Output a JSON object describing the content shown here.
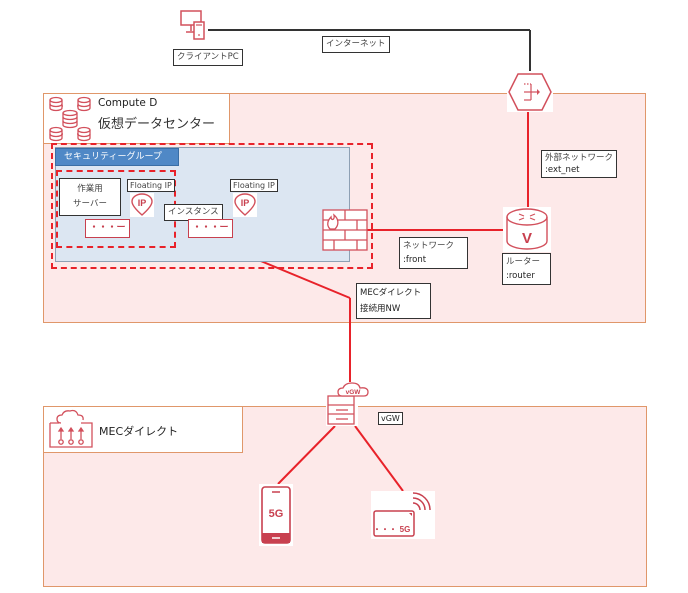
{
  "client_pc": {
    "label": "クライアントPC",
    "icon": "desktop-pc-icon"
  },
  "internet": {
    "label": "インターネット"
  },
  "gateway": {
    "icon": "internet-gateway-hexagon-icon"
  },
  "compute_region": {
    "title_line1": "Compute D",
    "title_line2": "仮想データセンター",
    "icon": "database-cluster-icon"
  },
  "security_group": {
    "label": "セキュリティーグループ"
  },
  "work_server": {
    "line1": "作業用",
    "line2": "サーバー",
    "port_label": "・・・ー"
  },
  "floating_ip_1": {
    "label": "Floating IP",
    "badge": "IP"
  },
  "floating_ip_2": {
    "label": "Floating IP",
    "badge": "IP"
  },
  "instance": {
    "label": "インスタンス",
    "port_label": "・・・ー"
  },
  "firewall": {
    "icon": "firewall-icon"
  },
  "ext_net": {
    "line1": "外部ネットワーク",
    "line2": ":ext_net"
  },
  "front_net": {
    "line1": "ネットワーク",
    "line2": ":front"
  },
  "router": {
    "line1": "ルーター",
    "line2": ":router",
    "badge": "V"
  },
  "mec_nw": {
    "line1": "MECダイレクト",
    "line2": "接続用NW"
  },
  "vgw": {
    "label": "vGW",
    "cloud_text": "vGW"
  },
  "mec_region": {
    "title": "MECダイレクト",
    "icon": "cloud-edge-icon"
  },
  "phone": {
    "badge": "5G"
  },
  "router_5g": {
    "badge": "5G",
    "dots": "・・・"
  },
  "colors": {
    "accent": "#c8404f",
    "line": "#e8222a",
    "region_fill": "#fde9e9",
    "region_border": "#e0976a",
    "sg_fill": "#dce6f2",
    "sg_header": "#4f88c6"
  }
}
